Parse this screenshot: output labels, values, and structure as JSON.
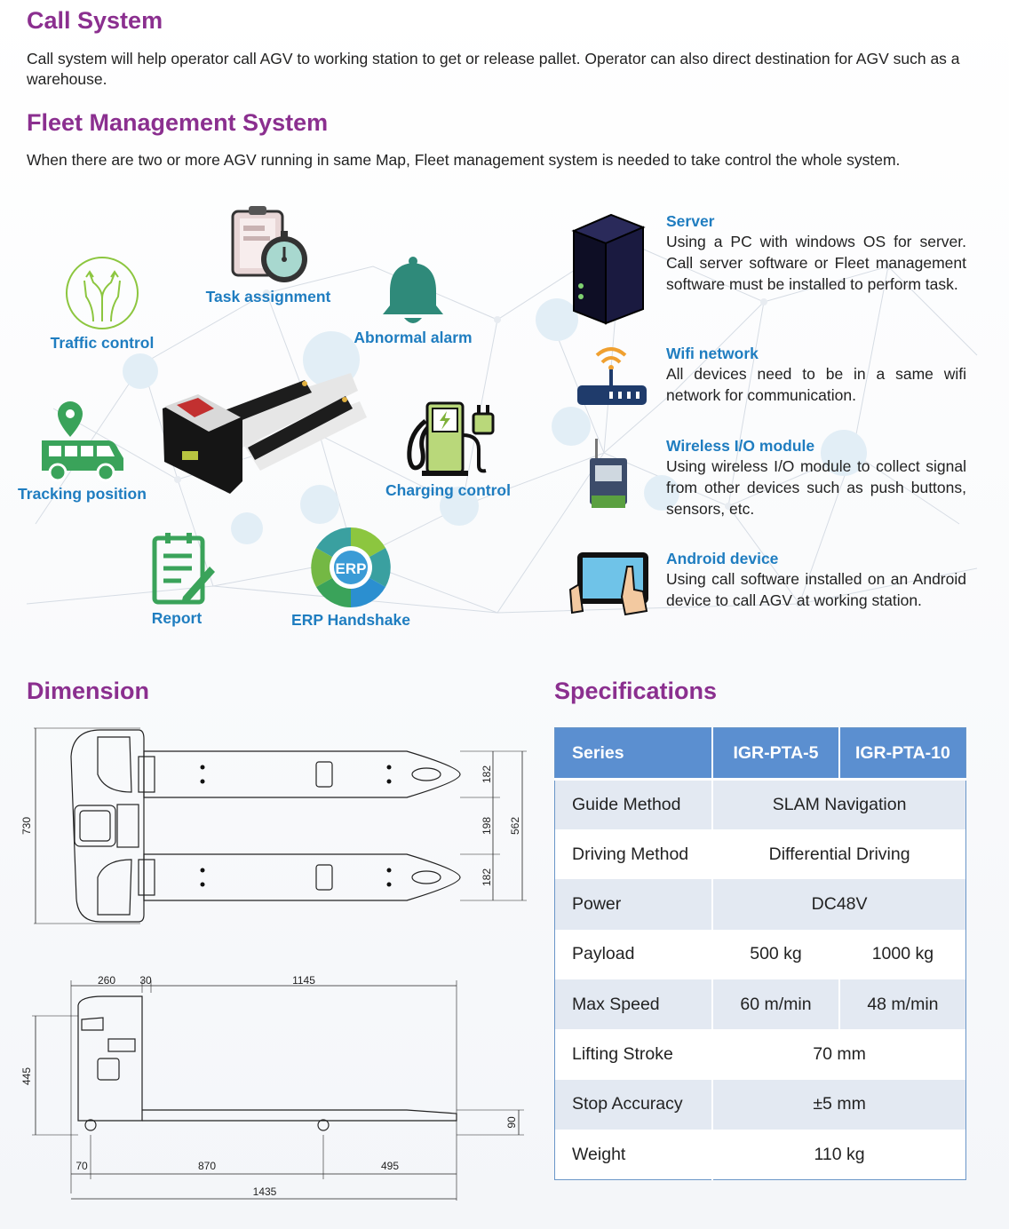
{
  "call_system": {
    "title": "Call System",
    "text": "Call system will help operator call AGV to working station to get or release pallet. Operator can also direct destination for AGV such as a warehouse."
  },
  "fleet": {
    "title": "Fleet Management System",
    "text": "When there are two or more AGV running in same Map, Fleet management system is needed to take control the whole system."
  },
  "features": {
    "traffic": "Traffic control",
    "task": "Task assignment",
    "alarm": "Abnormal alarm",
    "tracking": "Tracking position",
    "charging": "Charging control",
    "report": "Report",
    "erp": "ERP Handshake",
    "erp_badge": "ERP"
  },
  "infra": [
    {
      "title": "Server",
      "text": "Using a PC with windows OS for server. Call server software or Fleet management software must be installed to perform task."
    },
    {
      "title": "Wifi network",
      "text": "All devices need to be in a same wifi network for communication."
    },
    {
      "title": "Wireless I/O module",
      "text": "Using wireless I/O module to collect signal from other devices such as push buttons, sensors, etc."
    },
    {
      "title": "Android device",
      "text": "Using call software installed on an Android device to call AGV at working station."
    }
  ],
  "dimension": {
    "title": "Dimension",
    "top_view": {
      "width_total": "730",
      "fork_span": "562",
      "fork_width_1": "182",
      "fork_gap": "198",
      "fork_width_2": "182"
    },
    "side_view": {
      "head": "260",
      "gap": "30",
      "fork_length": "1145",
      "height": "445",
      "fork_height": "90",
      "rear": "70",
      "mid": "870",
      "tip": "495",
      "length": "1435"
    }
  },
  "specifications": {
    "title": "Specifications",
    "header": [
      "Series",
      "IGR-PTA-5",
      "IGR-PTA-10"
    ],
    "rows": [
      {
        "label": "Guide Method",
        "merged": "SLAM Navigation"
      },
      {
        "label": "Driving Method",
        "merged": "Differential Driving"
      },
      {
        "label": "Power",
        "merged": "DC48V"
      },
      {
        "label": "Payload",
        "a": "500 kg",
        "b": "1000 kg"
      },
      {
        "label": "Max Speed",
        "a": "60 m/min",
        "b": "48 m/min"
      },
      {
        "label": "Lifting Stroke",
        "merged": "70 mm"
      },
      {
        "label": "Stop Accuracy",
        "merged": "±5 mm"
      },
      {
        "label": "Weight",
        "merged": "110 kg"
      }
    ]
  },
  "colors": {
    "heading": "#8b2f8f",
    "accent_blue": "#1f7dc0",
    "table_header": "#5b8fd0",
    "table_stripe": "#e3e9f2",
    "icon_green": "#3aa35a"
  }
}
